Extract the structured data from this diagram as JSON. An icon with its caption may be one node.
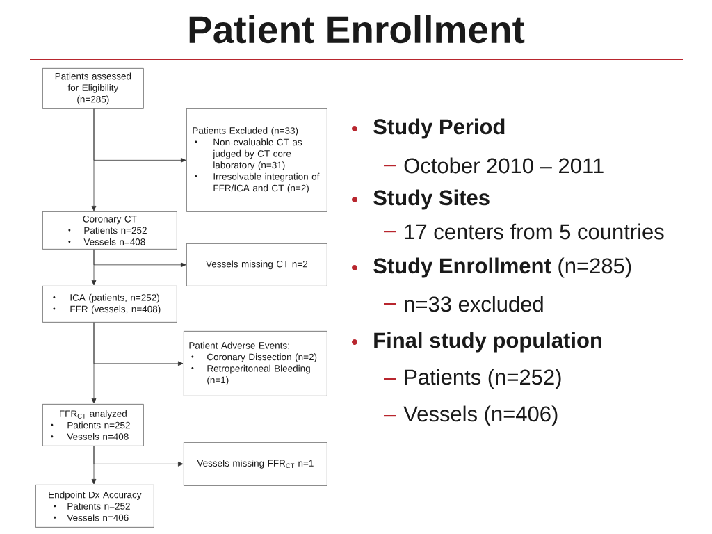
{
  "diagram": {
    "title": "Patient Enrollment",
    "nodes": [
      {
        "text": [
          "Patients assessed for Eligibility (n=285)"
        ]
      },
      {
        "text": [
          "Patients Excluded (n=33)",
          "Non-evaluable CT as judged by CT core laboratory (n=31)",
          "Irresolvable integration of FFR/ICA and CT (n=2)"
        ]
      },
      {
        "text": [
          "Coronary CT",
          "Patients n=252",
          "Vessels n=408"
        ]
      },
      {
        "text": [
          "Vessels missing CT n=2"
        ]
      },
      {
        "text": [
          "ICA (patients, n=252)",
          "FFR (vessels, n=408)"
        ]
      },
      {
        "text": [
          "Patient Adverse Events:",
          "Coronary Dissection (n=2)",
          "Retroperitoneal Bleeding (n=1)"
        ]
      },
      {
        "text": [
          "FFR$_{CT}$ analyzed",
          "Patients n=252",
          "Vessels n=408"
        ]
      },
      {
        "text": [
          "Vessels missing FFR$_{CT}$ n=1"
        ]
      },
      {
        "text": [
          "Endpoint Dx Accuracy",
          "Patients n=252",
          "Vessels n=406"
        ]
      }
    ],
    "edges": [
      {
        "from": 0,
        "to": 2,
        "arrow": "to"
      },
      {
        "from": 0,
        "to": 1,
        "arrow": "to"
      },
      {
        "from": 2,
        "to": 4,
        "arrow": "to"
      },
      {
        "from": 2,
        "to": 3,
        "arrow": "to"
      },
      {
        "from": 4,
        "to": 6,
        "arrow": "to"
      },
      {
        "from": 4,
        "to": 5,
        "arrow": "to"
      },
      {
        "from": 6,
        "to": 8,
        "arrow": "to"
      },
      {
        "from": 6,
        "to": 7,
        "arrow": "to"
      }
    ],
    "labels": [
      "Study Period",
      "October 2010 – 2011",
      "Study Sites",
      "17 centers from 5 countries",
      "**Study Enrollment** (n=285)",
      "n=33 excluded",
      "Final study population",
      "Patients (n=252)",
      "Vessels (n=406)"
    ]
  }
}
